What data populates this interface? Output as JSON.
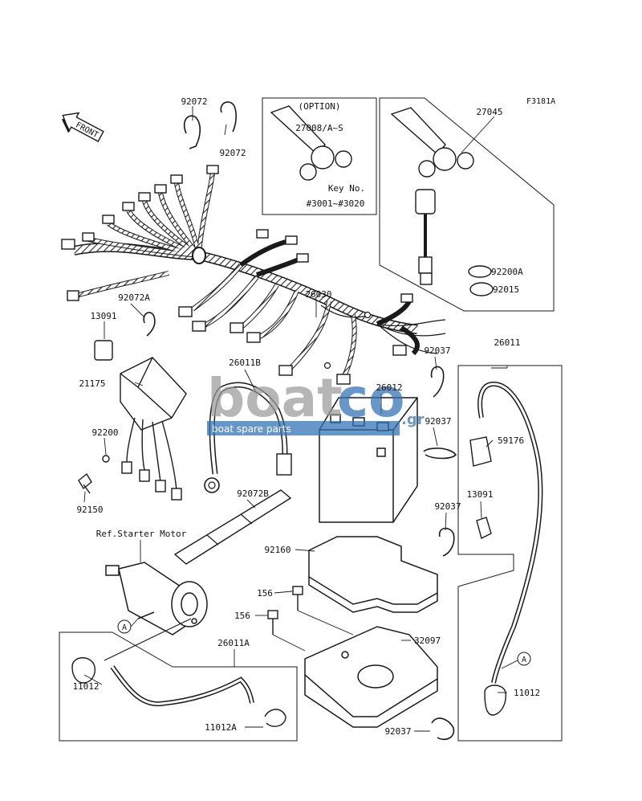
{
  "figure_code": "F3181A",
  "front_label": "FRONT",
  "option_box": {
    "title": "(OPTION)",
    "part": "27008/A~S",
    "key_label": "Key No.",
    "key_range": "#3001~#3020"
  },
  "ref_label": "Ref.Starter Motor",
  "callouts": [
    "A",
    "A"
  ],
  "parts": {
    "p92072_a": "92072",
    "p92072_b": "92072",
    "p27045": "27045",
    "p92200a": "92200A",
    "p92015": "92015",
    "p92072a": "92072A",
    "p13091_a": "13091",
    "p26030": "26030",
    "p21175": "21175",
    "p26011b": "26011B",
    "p26012": "26012",
    "p92037_a": "92037",
    "p26011": "26011",
    "p92037_b": "92037",
    "p59176": "59176",
    "p92200": "92200",
    "p92150": "92150",
    "p92072b": "92072B",
    "p13091_b": "13091",
    "p92037_c": "92037",
    "p92160": "92160",
    "p156_a": "156",
    "p156_b": "156",
    "p32097": "32097",
    "p26011a": "26011A",
    "p11012_a": "11012",
    "p11012_b": "11012",
    "p11012a": "11012A",
    "p92037_d": "92037"
  },
  "watermark": {
    "brand_a": "boat",
    "brand_b": "co",
    "tld": ".gr",
    "tagline": "boat spare parts"
  },
  "colors": {
    "line": "#1a1a1a",
    "watermark_gray": "#9a9a9a",
    "watermark_blue": "#2e6fb3"
  }
}
